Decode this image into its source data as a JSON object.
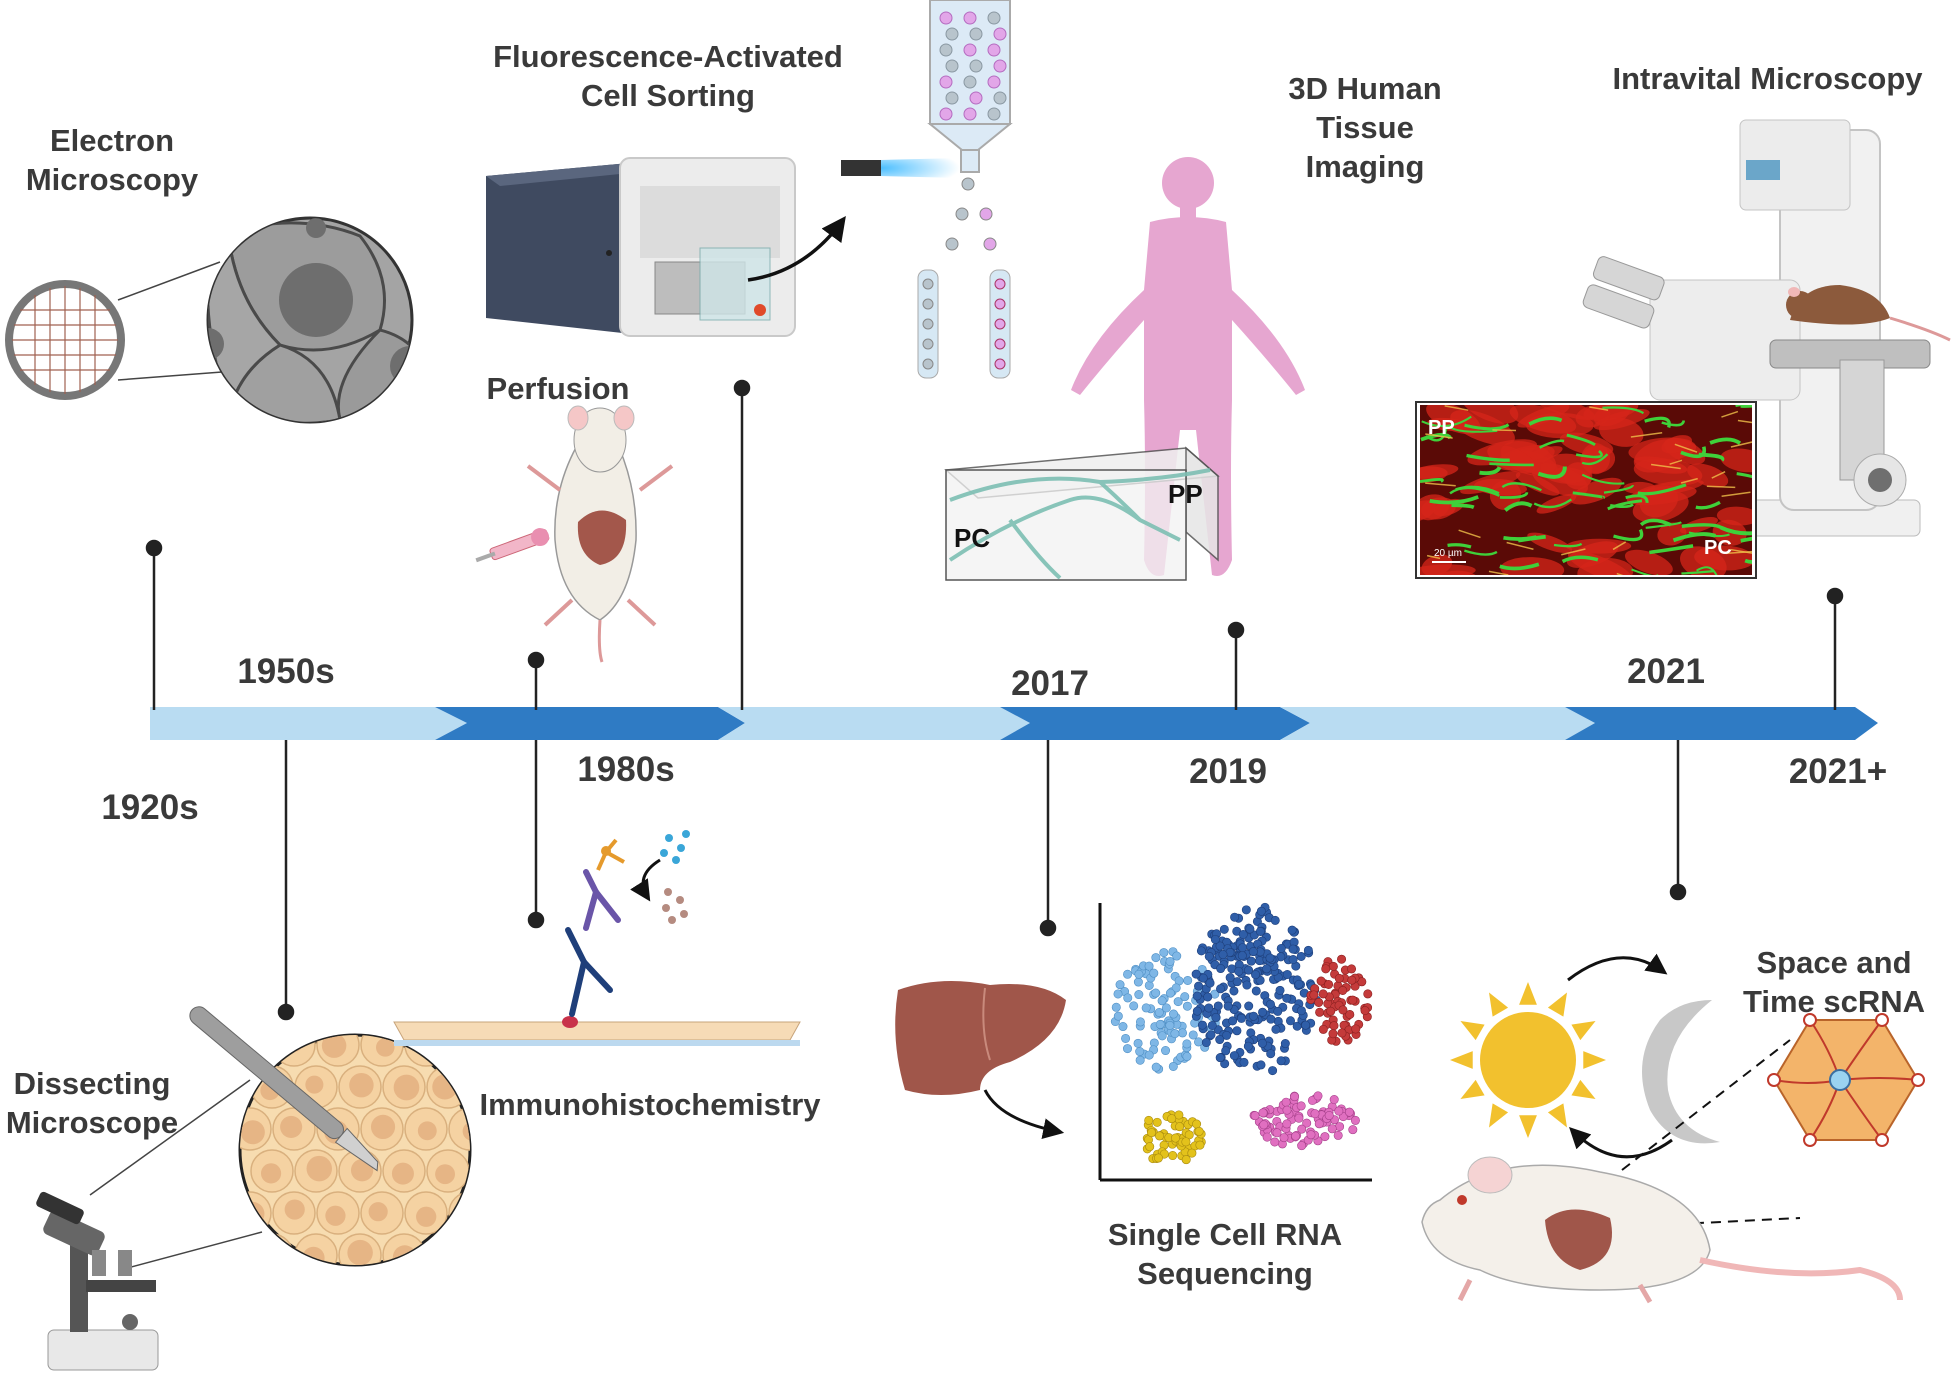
{
  "titles": {
    "electron_microscopy": "Electron Microscopy",
    "facs": "Fluorescence-Activated Cell Sorting",
    "perfusion": "Perfusion",
    "tissue_imaging": "3D Human Tissue Imaging",
    "intravital": "Intravital Microscopy",
    "dissecting": "Dissecting Microscope",
    "ihc": "Immunohistochemistry",
    "scrna": "Single Cell RNA Sequencing",
    "space_time": "Space and Time scRNA"
  },
  "years": {
    "y1920": "1920s",
    "y1950": "1950s",
    "y1980": "1980s",
    "y2017": "2017",
    "y2019": "2019",
    "y2021": "2021",
    "y2021plus": "2021+"
  },
  "inset_labels": {
    "pp_box": "PP",
    "pc_box": "PC",
    "pp_micro": "PP",
    "pc_micro": "PC",
    "scale_bar": "20 µm"
  },
  "colors": {
    "timeline_light": "#b9dcf2",
    "timeline_dark": "#2f7bc4",
    "text": "#3a3a3a",
    "liver": "#a0564a",
    "human": "#e6a6d0",
    "cluster_light_blue": "#7fb7e6",
    "cluster_dark_blue": "#2f5ea8",
    "cluster_red": "#c43a3a",
    "cluster_yellow": "#e3c21b",
    "cluster_pink": "#e06fc0",
    "sun": "#f2c12e",
    "moon": "#c8c8c8"
  }
}
